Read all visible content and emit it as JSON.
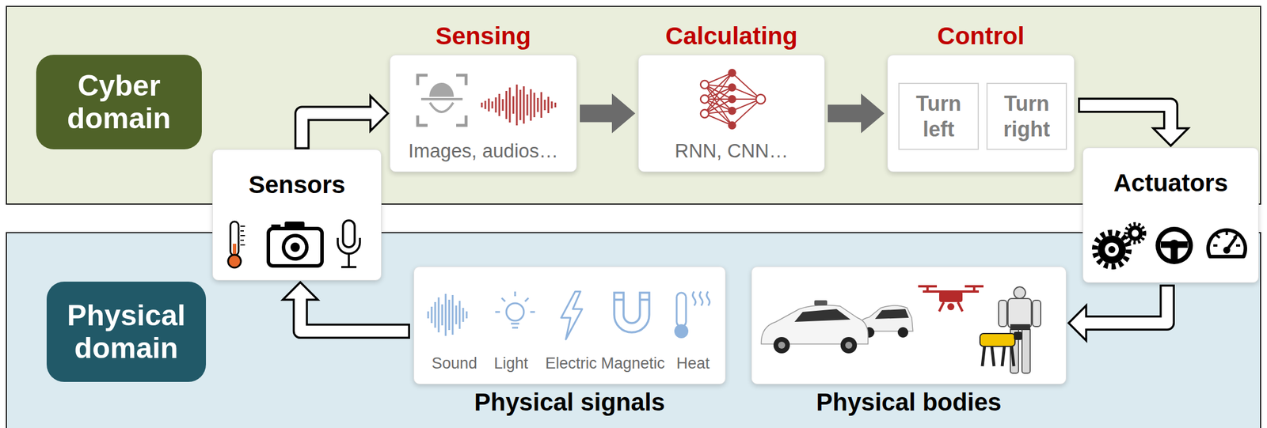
{
  "diagram": {
    "nodes": [
      {
        "text": [
          "Cyber domain"
        ]
      },
      {
        "text": [
          "Sensing",
          "Images, audios…"
        ]
      },
      {
        "text": [
          "Calculating",
          "RNN, CNN…"
        ]
      },
      {
        "text": [
          "Control"
        ]
      },
      {
        "text": [
          "Turn left"
        ],
        "in": 3
      },
      {
        "text": [
          "Turn right"
        ],
        "in": 3
      },
      {
        "text": [
          "Sensors"
        ]
      },
      {
        "text": [
          "Actuators"
        ]
      },
      {
        "text": [
          "Physical domain"
        ]
      },
      {
        "text": [
          "Physical signals",
          "Sound",
          "Light",
          "Electric",
          "Magnetic",
          "Heat"
        ]
      },
      {
        "text": [
          "Physical bodies"
        ]
      }
    ],
    "edges": [
      {
        "from": 6,
        "to": 1,
        "arrow": "to"
      },
      {
        "from": 1,
        "to": 2,
        "arrow": "to"
      },
      {
        "from": 2,
        "to": 3,
        "arrow": "to"
      },
      {
        "from": 3,
        "to": 7,
        "arrow": "to"
      },
      {
        "from": 7,
        "to": 10,
        "arrow": "to"
      },
      {
        "from": 9,
        "to": 6,
        "arrow": "to"
      }
    ]
  }
}
